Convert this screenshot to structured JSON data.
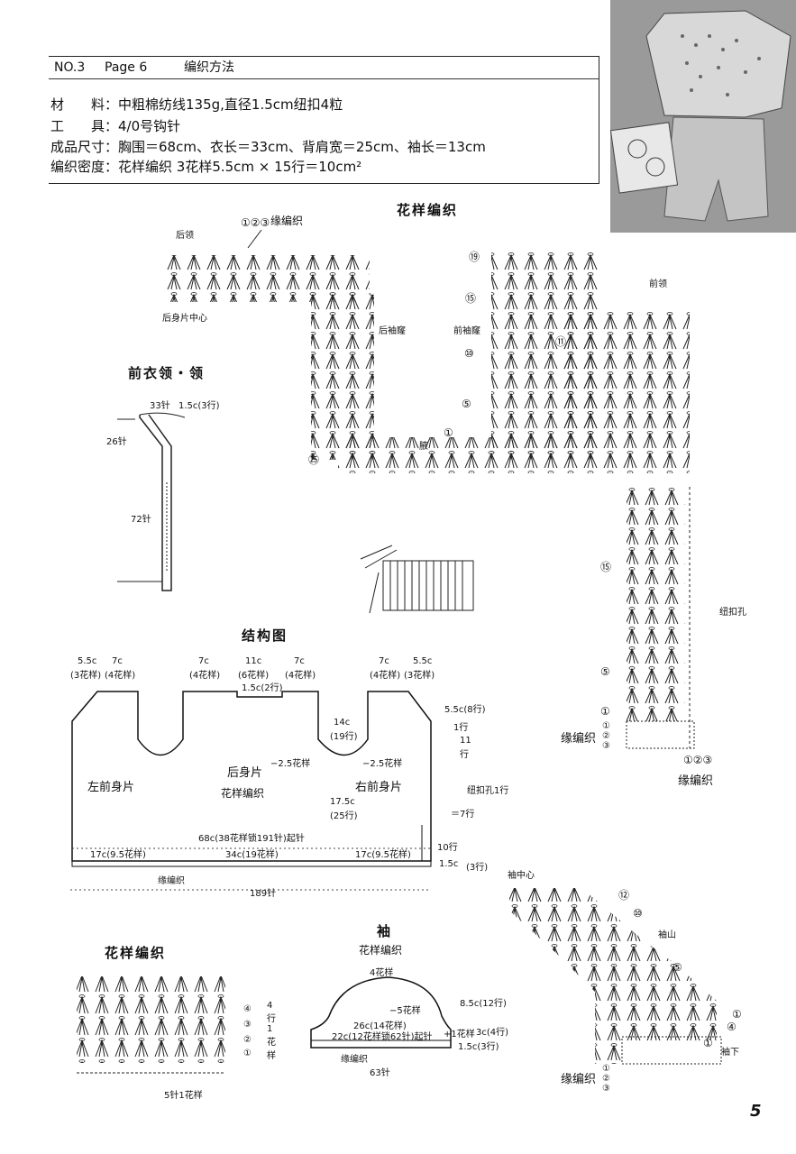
{
  "header": {
    "no": "NO.3",
    "page": "Page 6",
    "title": "编织方法",
    "materials_label": "材　　料：",
    "materials": "中粗棉纺线135g,直径1.5cm纽扣4粒",
    "tools_label": "工　　具：",
    "tools": "4/0号钩针",
    "size_label": "成品尺寸：",
    "size": "胸围＝68cm、衣长＝33cm、背肩宽＝25cm、袖长＝13cm",
    "gauge_label": "编织密度：",
    "gauge": "花样编织 3花样5.5cm × 15行＝10cm²"
  },
  "pattern_main": {
    "title": "花样编织",
    "edge": "缘编织",
    "back_neck": "后领",
    "back_center": "后身片中心",
    "back_armhole": "后袖窿",
    "front_armhole": "前袖窿",
    "front_neck": "前领",
    "underarm": "腋",
    "buttonhole": "纽扣孔",
    "rows": {
      "r19": "⑲",
      "r15": "⑮",
      "r11": "⑪",
      "r10": "⑩",
      "r5": "⑤",
      "r1": "①",
      "r25": "㉕",
      "c1": "①",
      "c2": "②",
      "c3": "③"
    },
    "edge_rows": "①②③",
    "edge_label2": "缘编织"
  },
  "front_collar": {
    "title": "前衣领・领",
    "s33": "33针",
    "r15": "1.5c(3行)",
    "s26": "26针",
    "s72": "72针"
  },
  "structure": {
    "title": "结构图",
    "top_dims": [
      "5.5c",
      "(3花样)",
      "7c",
      "(4花样)",
      "7c",
      "(4花样)",
      "11c",
      "(6花样)",
      "7c",
      "(4花样)",
      "7c",
      "(4花样)",
      "5.5c",
      "(3花样)"
    ],
    "neck": "1.5c(2行)",
    "left_front": "左前身片",
    "back": "后身片",
    "right_front": "右前身片",
    "pattern": "花样编织",
    "dec1": "−2.5花样",
    "dec2": "−2.5花样",
    "armhole": "14c",
    "armhole_rows": "(19行)",
    "body": "17.5c",
    "body_rows": "(25行)",
    "chain": "68c(38花样锁191针)起针",
    "seg_left": "17c(9.5花样)",
    "seg_mid": "34c(19花样)",
    "seg_right": "17c(9.5花样)",
    "edge": "缘编织",
    "total": "189针",
    "r_55": "5.5c(8行)",
    "r_1": "1行",
    "r_11": "11",
    "r_11b": "行",
    "buttonhole": "纽扣孔1行",
    "r_7": "＝7行",
    "r_10": "10行",
    "r_15": "1.5c",
    "r_3": "(3行)"
  },
  "sleeve": {
    "title": "袖",
    "subtitle": "花样编织",
    "top": "4花样",
    "dec": "−5花样",
    "w26": "26c(14花样)",
    "w22": "22c(12花样锁62针)起针",
    "edge": "缘编织",
    "count": "63针",
    "h85": "8.5c(12行)",
    "inc": "+1花样",
    "h3": "3c(4行)",
    "h15": "1.5c(3行)"
  },
  "pattern_small": {
    "title": "花样编织",
    "rows": [
      "④",
      "③",
      "②",
      "①"
    ],
    "repeat": "4行1花样",
    "foot": "5针1花样"
  },
  "sleeve_pattern": {
    "center": "袖中心",
    "cap": "袖山",
    "under": "袖下",
    "edge": "缘编织",
    "r12": "⑫",
    "r10": "⑩",
    "r5": "⑤",
    "r1": "①",
    "r4": "④",
    "r1b": "①",
    "e1": "①",
    "e2": "②",
    "e3": "③"
  },
  "page_number": "5"
}
